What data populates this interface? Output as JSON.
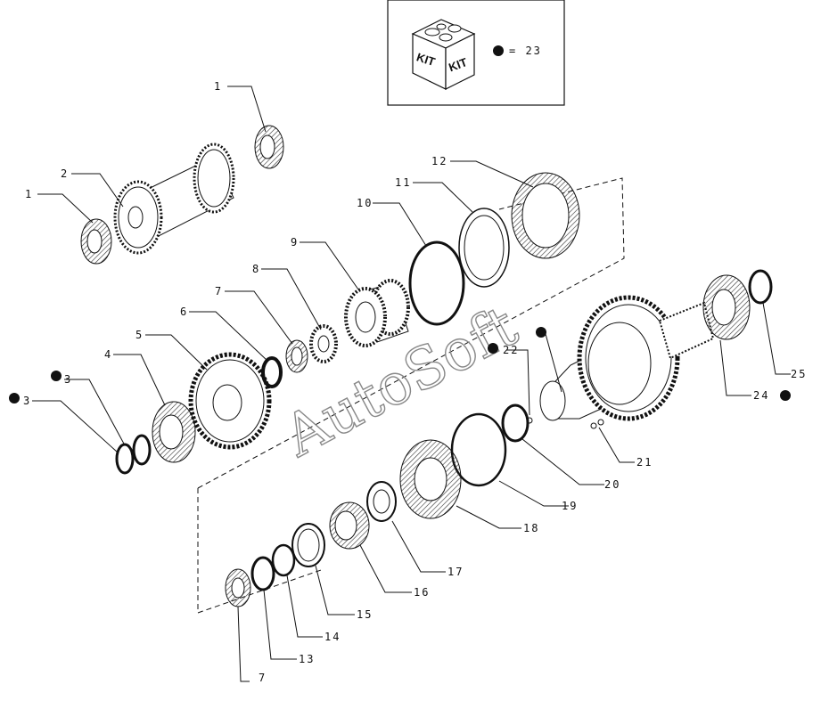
{
  "kit_box": {
    "icon_text_left": "KIT",
    "icon_text_right": "KIT",
    "legend_text": "= 23"
  },
  "watermark": "AutoSoft",
  "callouts": [
    {
      "id": "c1a",
      "label": "1"
    },
    {
      "id": "c1b",
      "label": "1"
    },
    {
      "id": "c2",
      "label": "2"
    },
    {
      "id": "c3a",
      "label": "3"
    },
    {
      "id": "c3b",
      "label": "3"
    },
    {
      "id": "c4",
      "label": "4"
    },
    {
      "id": "c5",
      "label": "5"
    },
    {
      "id": "c6",
      "label": "6"
    },
    {
      "id": "c7a",
      "label": "7"
    },
    {
      "id": "c7b",
      "label": "7"
    },
    {
      "id": "c8",
      "label": "8"
    },
    {
      "id": "c9",
      "label": "9"
    },
    {
      "id": "c10",
      "label": "10"
    },
    {
      "id": "c11",
      "label": "11"
    },
    {
      "id": "c12",
      "label": "12"
    },
    {
      "id": "c13",
      "label": "13"
    },
    {
      "id": "c14",
      "label": "14"
    },
    {
      "id": "c15",
      "label": "15"
    },
    {
      "id": "c16",
      "label": "16"
    },
    {
      "id": "c17",
      "label": "17"
    },
    {
      "id": "c18",
      "label": "18"
    },
    {
      "id": "c19",
      "label": "19"
    },
    {
      "id": "c20",
      "label": "20"
    },
    {
      "id": "c21",
      "label": "21"
    },
    {
      "id": "c22",
      "label": "22"
    },
    {
      "id": "c24",
      "label": "24"
    },
    {
      "id": "c25",
      "label": "25"
    }
  ]
}
